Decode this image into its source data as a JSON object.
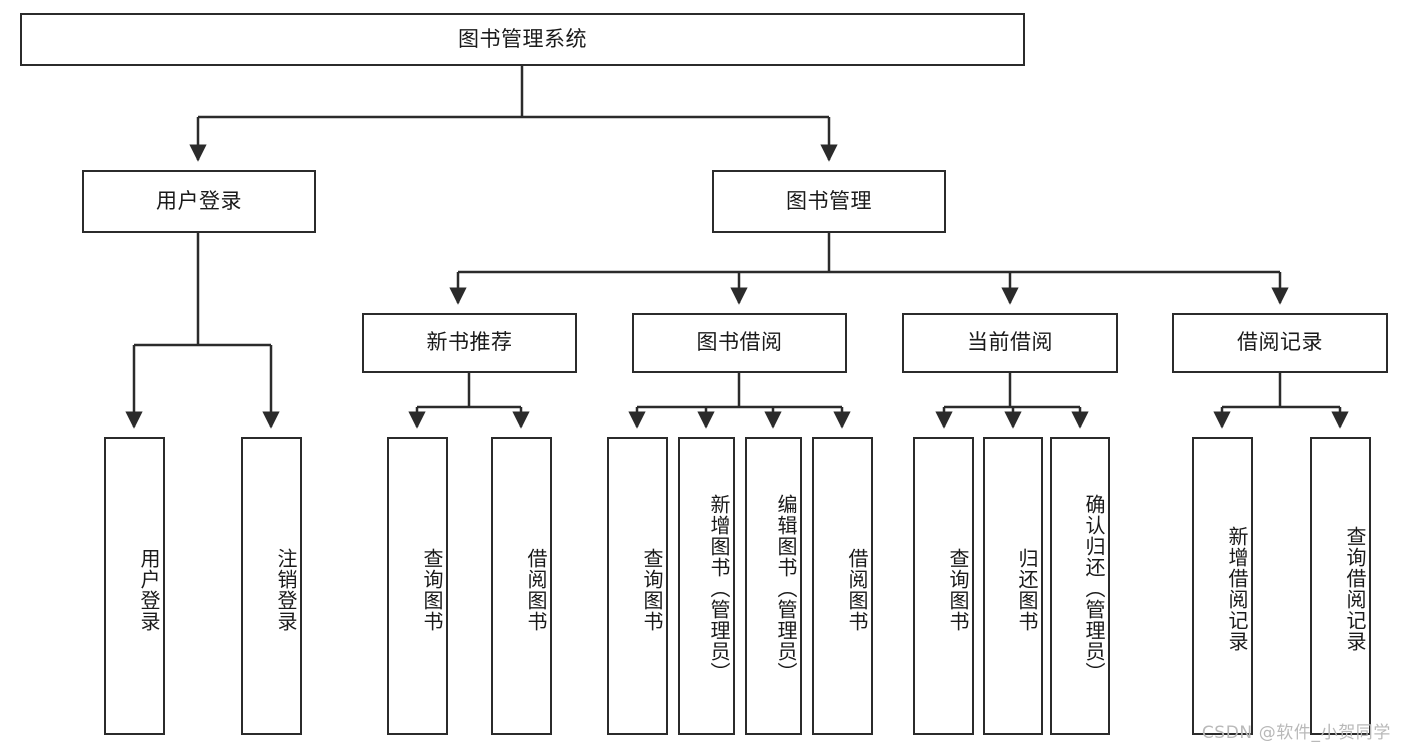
{
  "diagram": {
    "title": "图书管理系统",
    "type": "tree-hierarchy-chart",
    "background_color": "#ffffff",
    "stroke_color": "#2b2b2b",
    "text_color": "#1a1a1a",
    "root": {
      "label": "图书管理系统"
    },
    "level2": [
      {
        "label": "用户登录"
      },
      {
        "label": "图书管理"
      }
    ],
    "level3": [
      {
        "label": "新书推荐"
      },
      {
        "label": "图书借阅"
      },
      {
        "label": "当前借阅"
      },
      {
        "label": "借阅记录"
      }
    ],
    "leaves": {
      "user_login": [
        {
          "label": "用户登录"
        },
        {
          "label": "注销登录"
        }
      ],
      "new_book_recommend": [
        {
          "label": "查询图书"
        },
        {
          "label": "借阅图书"
        }
      ],
      "book_borrow": [
        {
          "label": "查询图书"
        },
        {
          "label": "新增图书（管理员）"
        },
        {
          "label": "编辑图书（管理员）"
        },
        {
          "label": "借阅图书"
        }
      ],
      "current_borrow": [
        {
          "label": "查询图书"
        },
        {
          "label": "归还图书"
        },
        {
          "label": "确认归还（管理员）"
        }
      ],
      "borrow_record": [
        {
          "label": "新增借阅记录"
        },
        {
          "label": "查询借阅记录"
        }
      ]
    }
  },
  "watermark": {
    "text": "CSDN @软件_小贺同学",
    "color": "#b9b9b9"
  }
}
